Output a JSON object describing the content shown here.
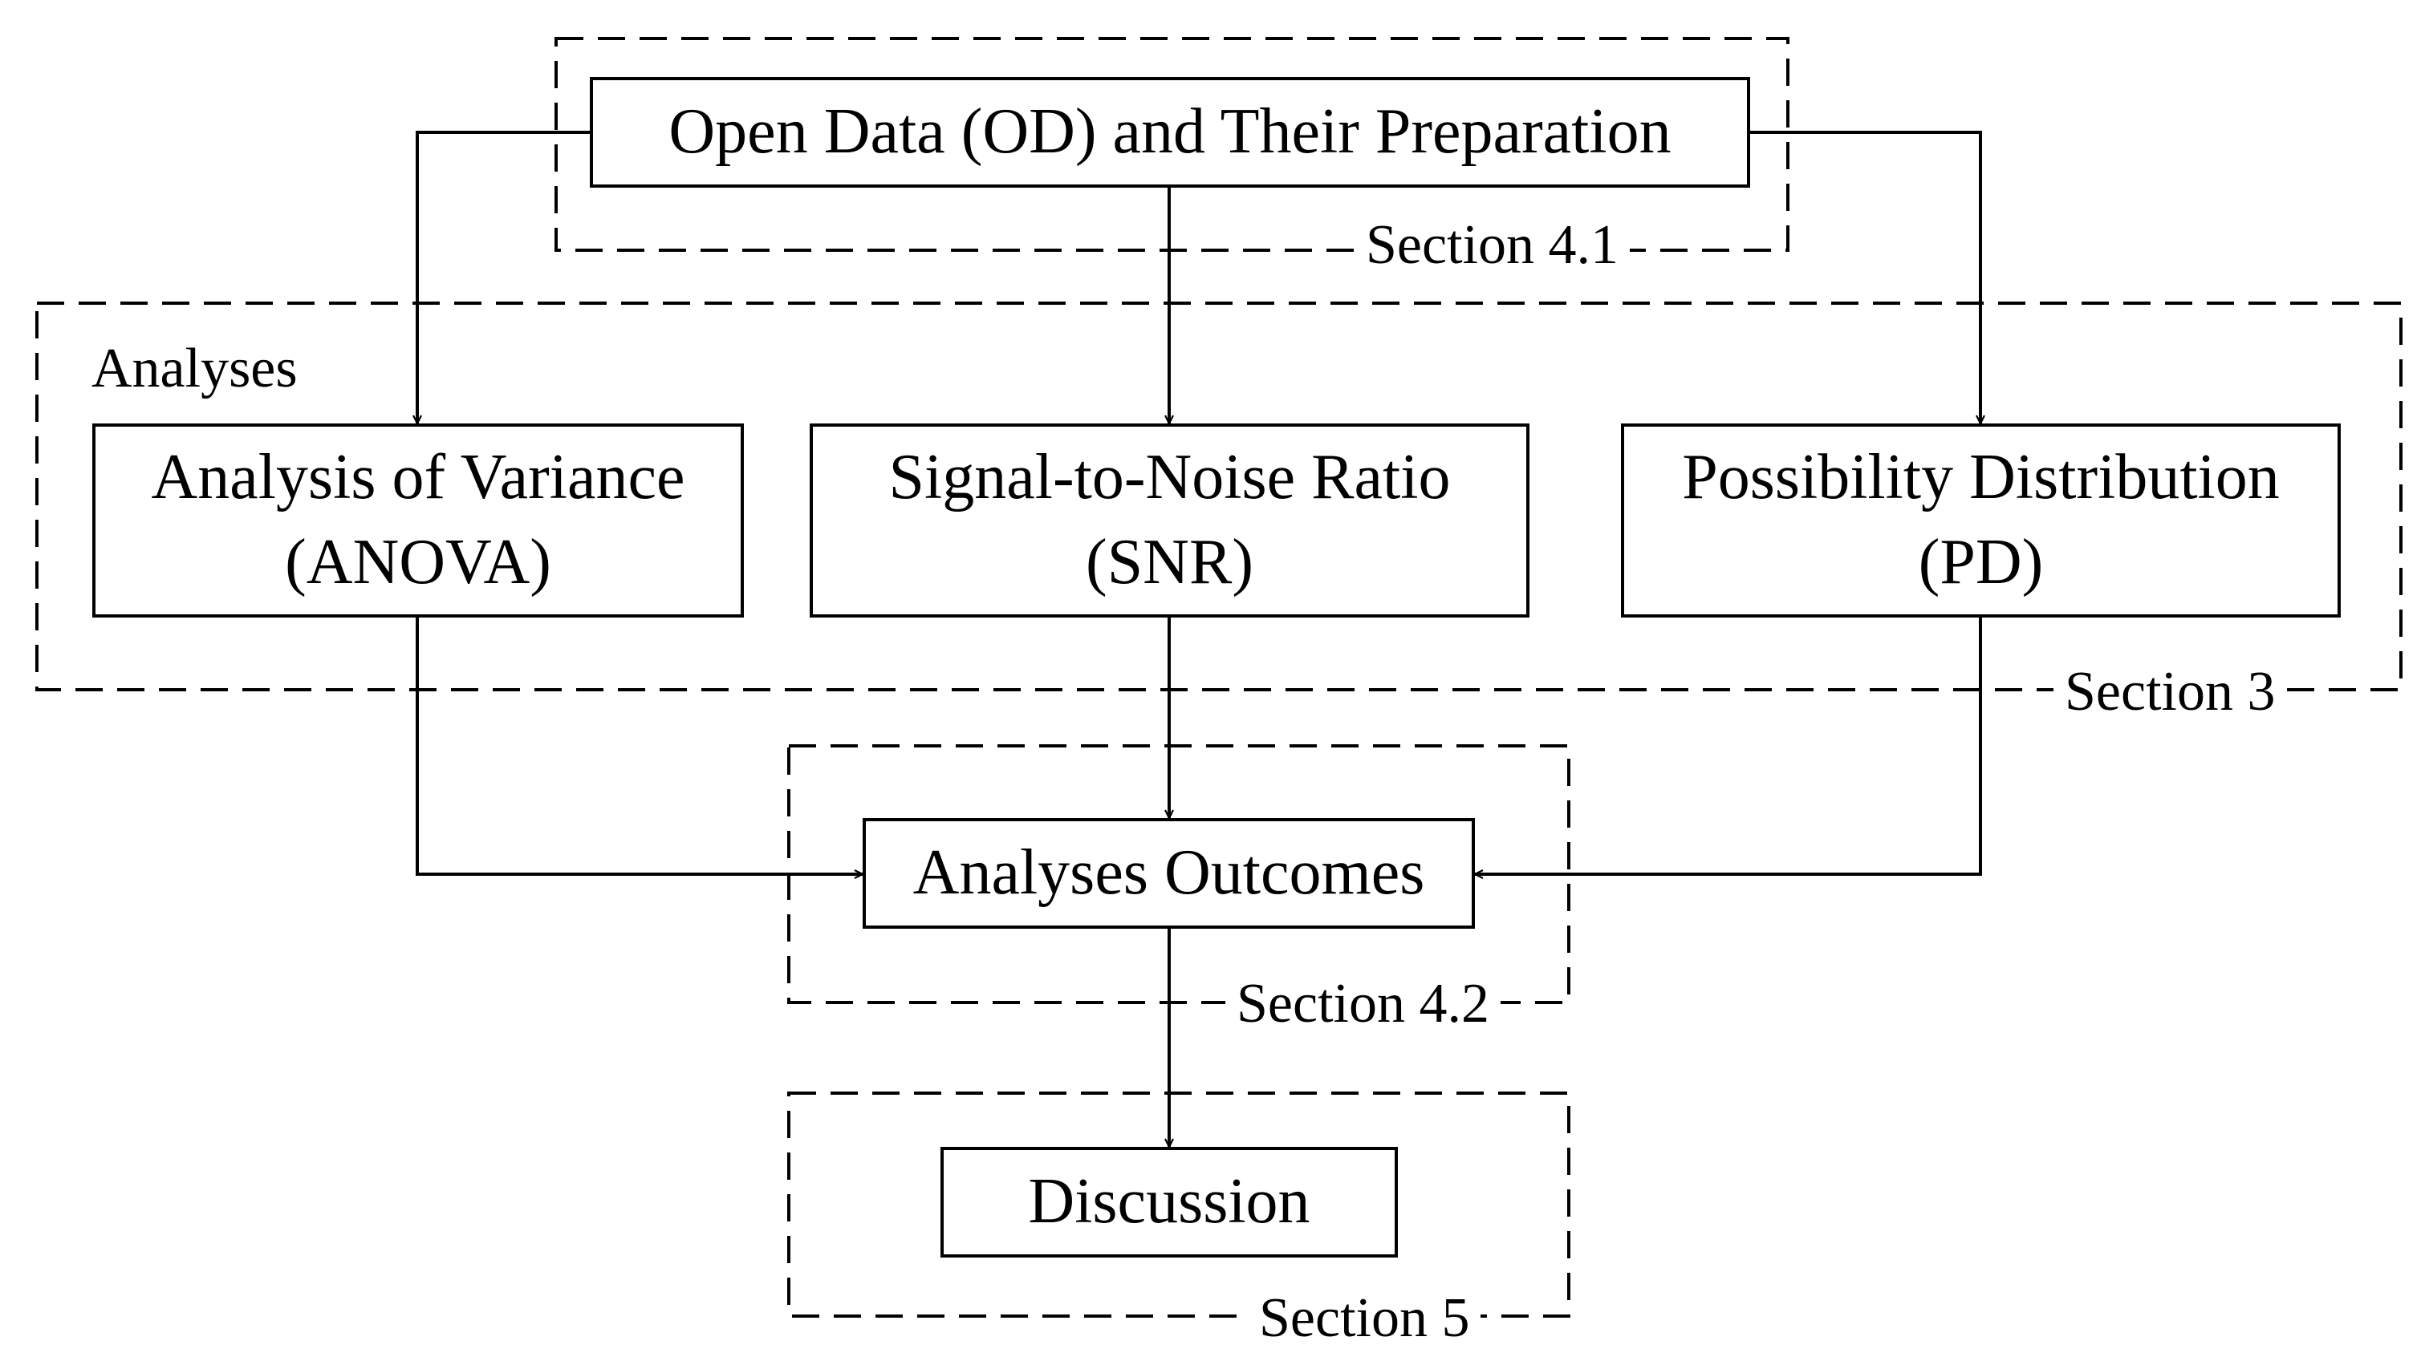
{
  "nodes": {
    "open_data": {
      "text": "Open Data (OD) and Their Preparation"
    },
    "anova": {
      "line1": "Analysis of Variance",
      "line2": "(ANOVA)"
    },
    "snr": {
      "line1": "Signal-to-Noise Ratio",
      "line2": "(SNR)"
    },
    "pd": {
      "line1": "Possibility Distribution",
      "line2": "(PD)"
    },
    "outcomes": {
      "text": "Analyses Outcomes"
    },
    "discussion": {
      "text": "Discussion"
    }
  },
  "groups": {
    "analyses": {
      "title": "Analyses",
      "section": "Section 3"
    },
    "open_data": {
      "section": "Section 4.1"
    },
    "outcomes": {
      "section": "Section 4.2"
    },
    "discussion": {
      "section": "Section 5"
    }
  },
  "colors": {
    "stroke": "#000000",
    "background": "#ffffff"
  }
}
